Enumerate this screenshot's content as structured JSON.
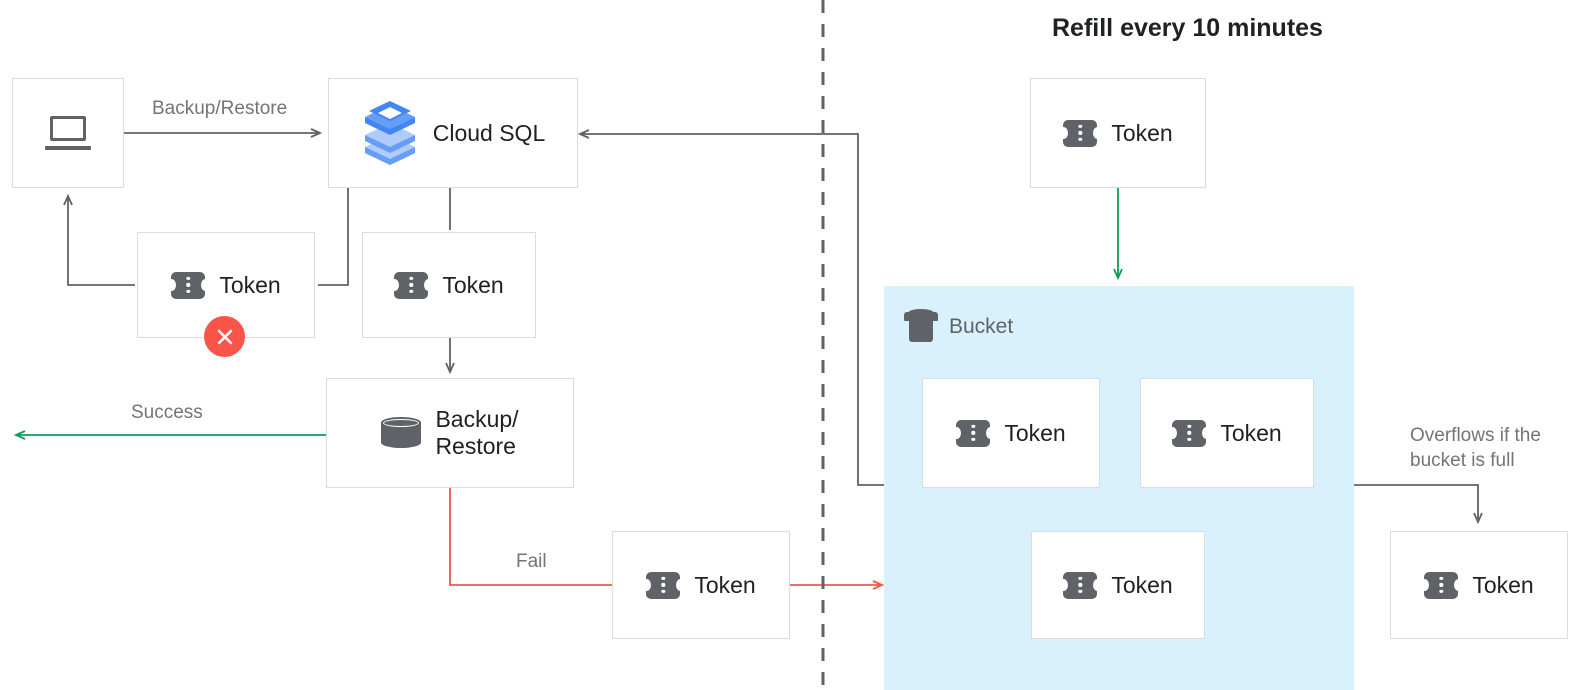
{
  "title": "Refill every 10 minutes",
  "colors": {
    "gray_stroke": "#5f6368",
    "green": "#0f9d58",
    "red": "#f1584c",
    "bucket_fill": "#d9f1fd",
    "box_border": "#dadce0",
    "label_text": "#70757a",
    "title_text": "#202124",
    "cloudsql_blue_dark": "#4285f4",
    "cloudsql_blue_mid": "#669df6",
    "cloudsql_blue_light": "#aecbfa"
  },
  "nodes": {
    "client": {
      "icon": "laptop-icon",
      "label": ""
    },
    "cloud_sql": {
      "icon": "cloud-sql-icon",
      "label": "Cloud SQL"
    },
    "token_failed": {
      "icon": "token-icon",
      "label": "Token",
      "badge": "error-x-icon"
    },
    "token_consumed": {
      "icon": "token-icon",
      "label": "Token"
    },
    "backup_restore": {
      "icon": "database-icon",
      "label": "Backup/\nRestore",
      "line1": "Backup/",
      "line2": "Restore"
    },
    "token_fail_out": {
      "icon": "token-icon",
      "label": "Token"
    },
    "token_refill": {
      "icon": "token-icon",
      "label": "Token"
    },
    "bucket": {
      "icon": "bucket-icon",
      "label": "Bucket"
    },
    "bucket_token_1": {
      "icon": "token-icon",
      "label": "Token"
    },
    "bucket_token_2": {
      "icon": "token-icon",
      "label": "Token"
    },
    "bucket_token_3": {
      "icon": "token-icon",
      "label": "Token"
    },
    "token_overflow": {
      "icon": "token-icon",
      "label": "Token"
    }
  },
  "edges": {
    "backup_restore_label": "Backup/Restore",
    "success_label": "Success",
    "fail_label": "Fail",
    "overflow_label_line1": "Overflows if the",
    "overflow_label_line2": "bucket is full"
  }
}
